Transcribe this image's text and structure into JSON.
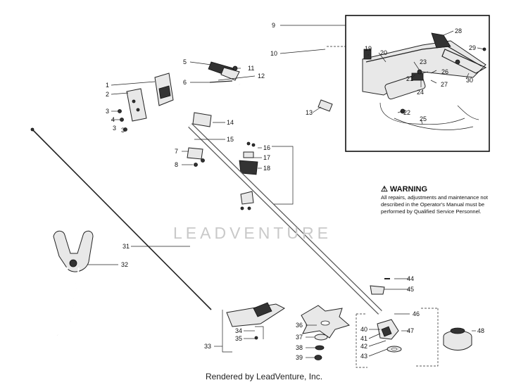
{
  "callouts": [
    "1",
    "2",
    "3",
    "3",
    "3",
    "4",
    "5",
    "6",
    "7",
    "8",
    "9",
    "10",
    "11",
    "12",
    "13",
    "14",
    "15",
    "16",
    "17",
    "18",
    "19",
    "20",
    "21",
    "22",
    "23",
    "24",
    "25",
    "26",
    "27",
    "28",
    "29",
    "30",
    "31",
    "32",
    "33",
    "34",
    "35",
    "36",
    "37",
    "38",
    "39",
    "40",
    "41",
    "42",
    "43",
    "44",
    "45",
    "46",
    "47",
    "48"
  ],
  "warning": {
    "title": "WARNING",
    "body": "All repairs, adjustments and maintenance not described in the Operator's Manual must be performed by Qualified Service Personnel."
  },
  "watermark": "LEADVENTURE",
  "credit": "Rendered by LeadVenture, Inc."
}
